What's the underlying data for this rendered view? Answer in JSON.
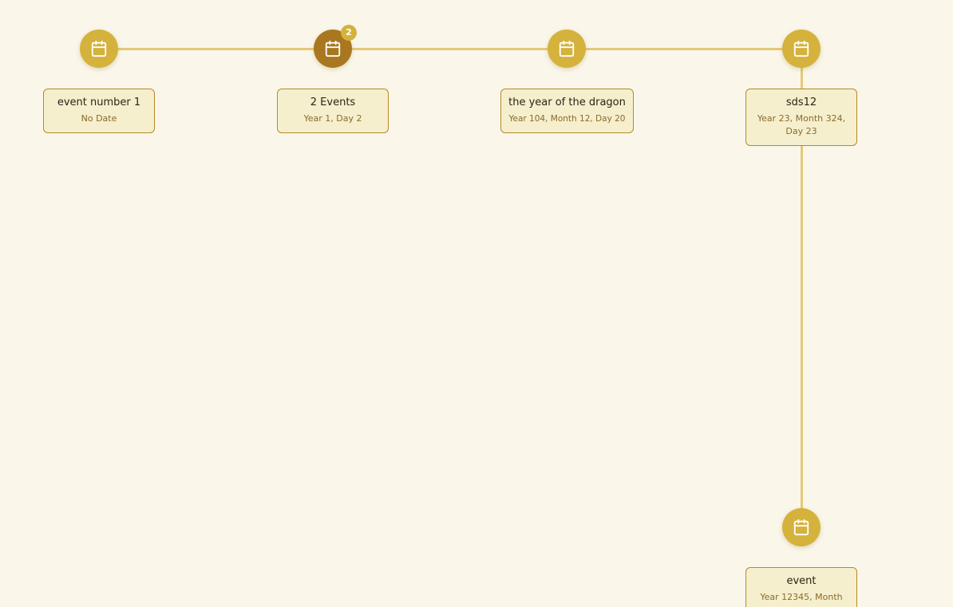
{
  "colors": {
    "background": "#faf7ea",
    "connector": "#e6c87a",
    "node": "#d4b23c",
    "node_selected": "#a8771f",
    "card_background": "#f5efcd",
    "card_border": "#b8892a",
    "title_text": "#2a2418",
    "date_text": "#8a6a2a"
  },
  "node_icon": "calendar-icon",
  "events": [
    {
      "title": "event number 1",
      "date": "No Date"
    },
    {
      "title": "2 Events",
      "date": "Year 1, Day 2",
      "count": "2",
      "selected": true
    },
    {
      "title": "the year of the dragon",
      "date": "Year 104, Month 12, Day 20"
    },
    {
      "title": "sds12",
      "date": "Year 23, Month 324, Day 23"
    },
    {
      "title": "event",
      "date": "Year 12345, Month"
    }
  ]
}
